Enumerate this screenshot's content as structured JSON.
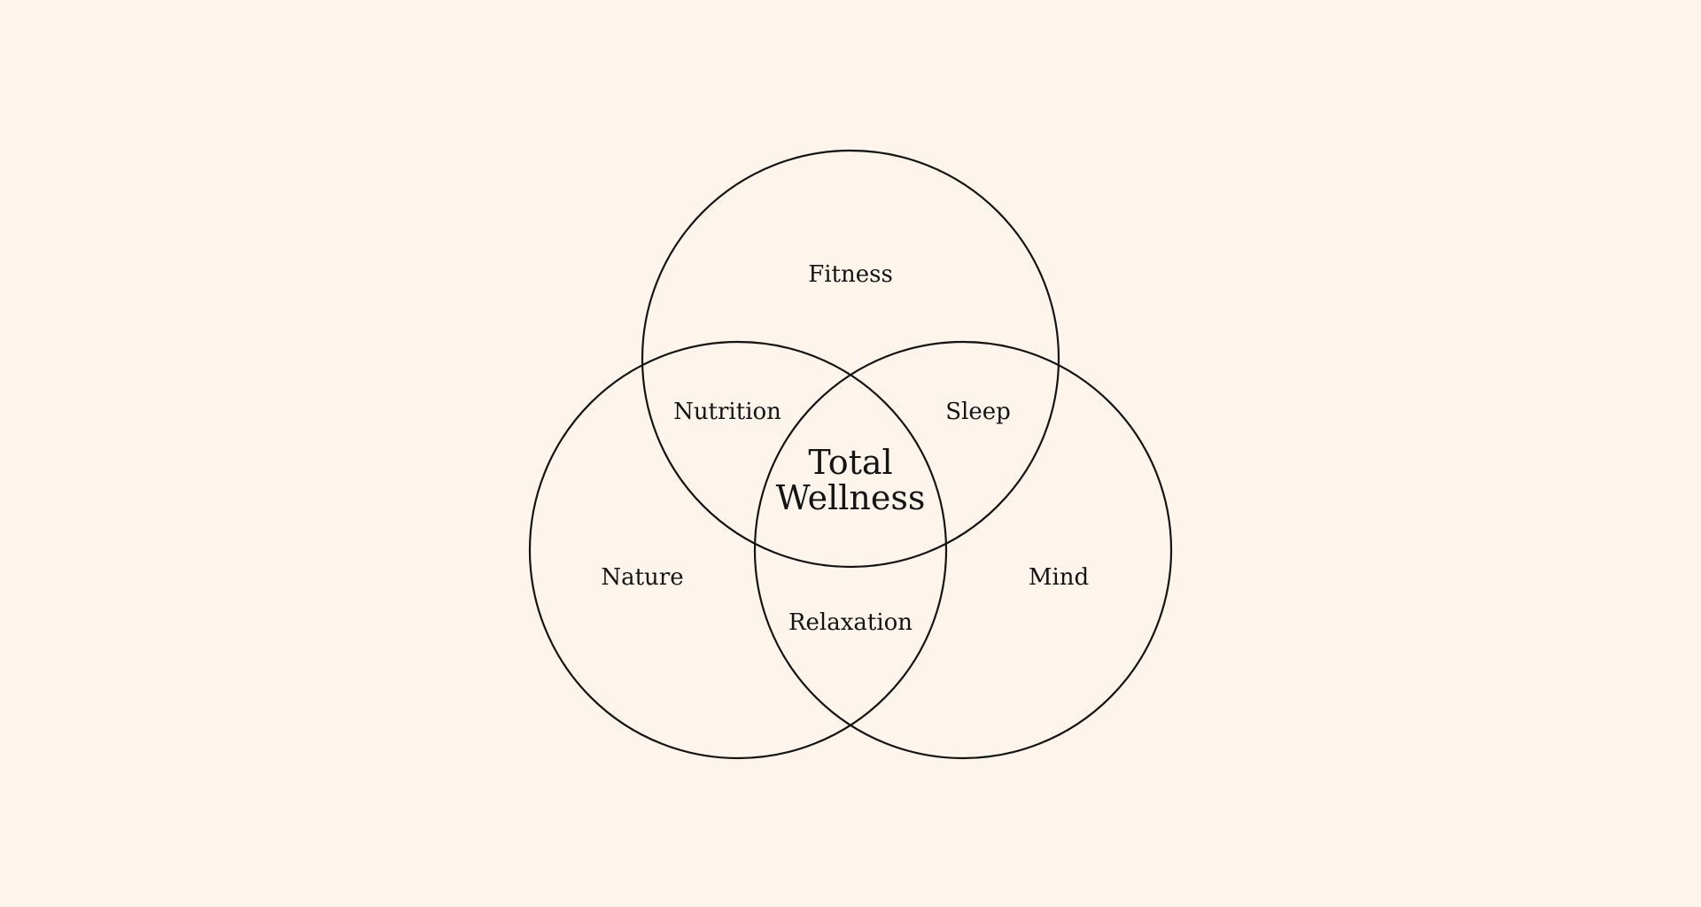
{
  "diagram": {
    "type": "venn",
    "colors": {
      "background": "#fdf4eb",
      "stroke": "#141414",
      "text": "#141414"
    },
    "sets": [
      {
        "id": "top",
        "label": "Fitness"
      },
      {
        "id": "left",
        "label": "Nature"
      },
      {
        "id": "right",
        "label": "Mind"
      }
    ],
    "intersections": {
      "top_left": "Nutrition",
      "top_right": "Sleep",
      "left_right": "Relaxation"
    },
    "center": {
      "line1": "Total",
      "line2": "Wellness"
    }
  }
}
